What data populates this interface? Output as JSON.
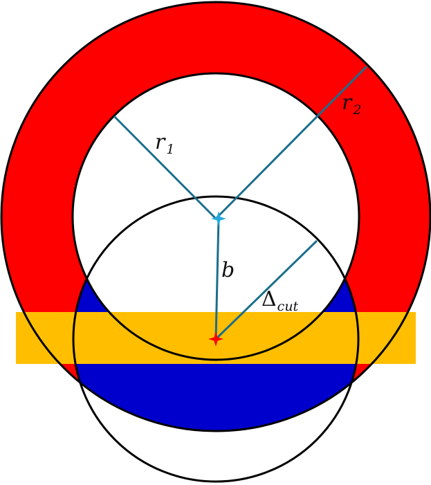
{
  "diagram": {
    "labels": {
      "r1": {
        "base": "r",
        "sub": "1"
      },
      "r2": {
        "base": "r",
        "sub": "2"
      },
      "b": {
        "base": "b"
      },
      "delta_cut": {
        "base": "Δ",
        "sub": "cut"
      }
    },
    "colors": {
      "ring": "#ff0000",
      "overlap": "#0000cc",
      "band": "#ffbf00",
      "radius_lines": "#1a6e8c",
      "outline": "#000000",
      "center_marker_top": "#22aadd",
      "center_marker_bottom": "#ff0000"
    }
  }
}
